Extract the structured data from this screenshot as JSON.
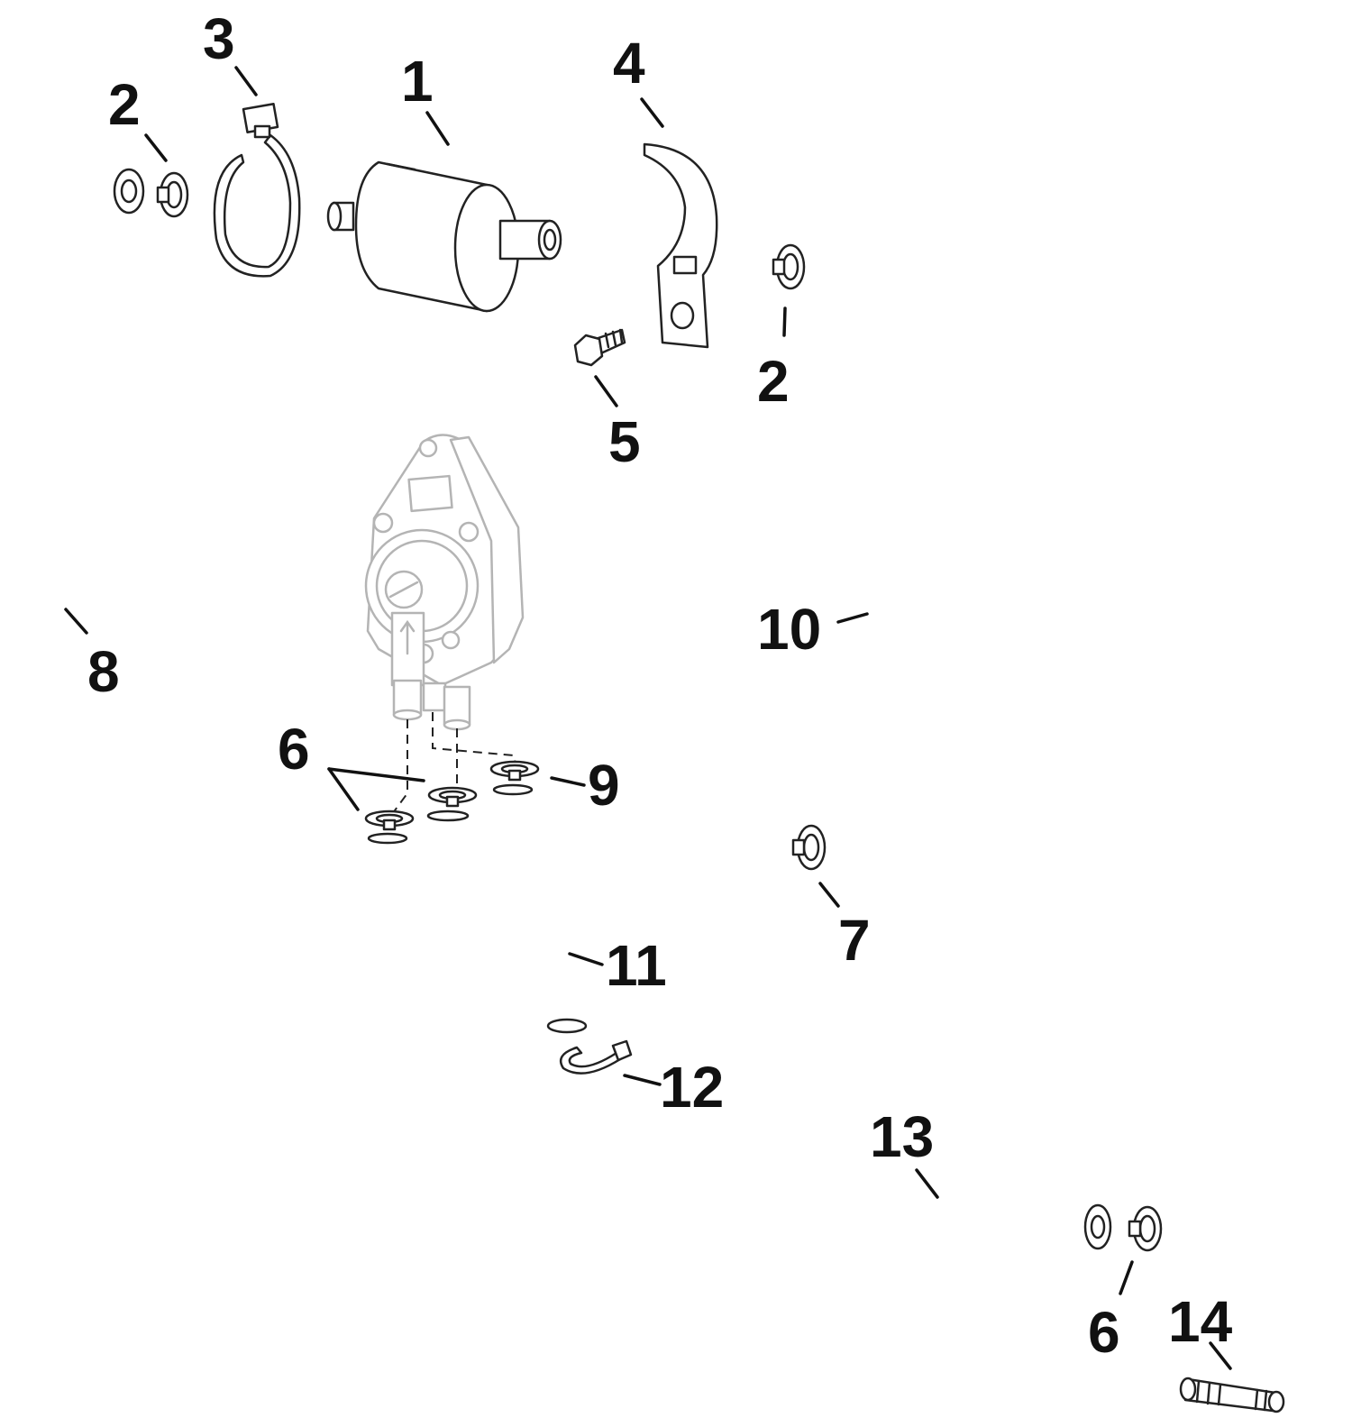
{
  "callouts": {
    "c1": "1",
    "c2a": "2",
    "c2b": "2",
    "c3": "3",
    "c4": "4",
    "c5": "5",
    "c6a": "6",
    "c6b": "6",
    "c7": "7",
    "c8": "8",
    "c9": "9",
    "c10": "10",
    "c11": "11",
    "c12": "12",
    "c13": "13",
    "c14": "14"
  },
  "colors": {
    "line": "#222222",
    "faded_part": "#b4b4b4",
    "background": "#ffffff"
  }
}
